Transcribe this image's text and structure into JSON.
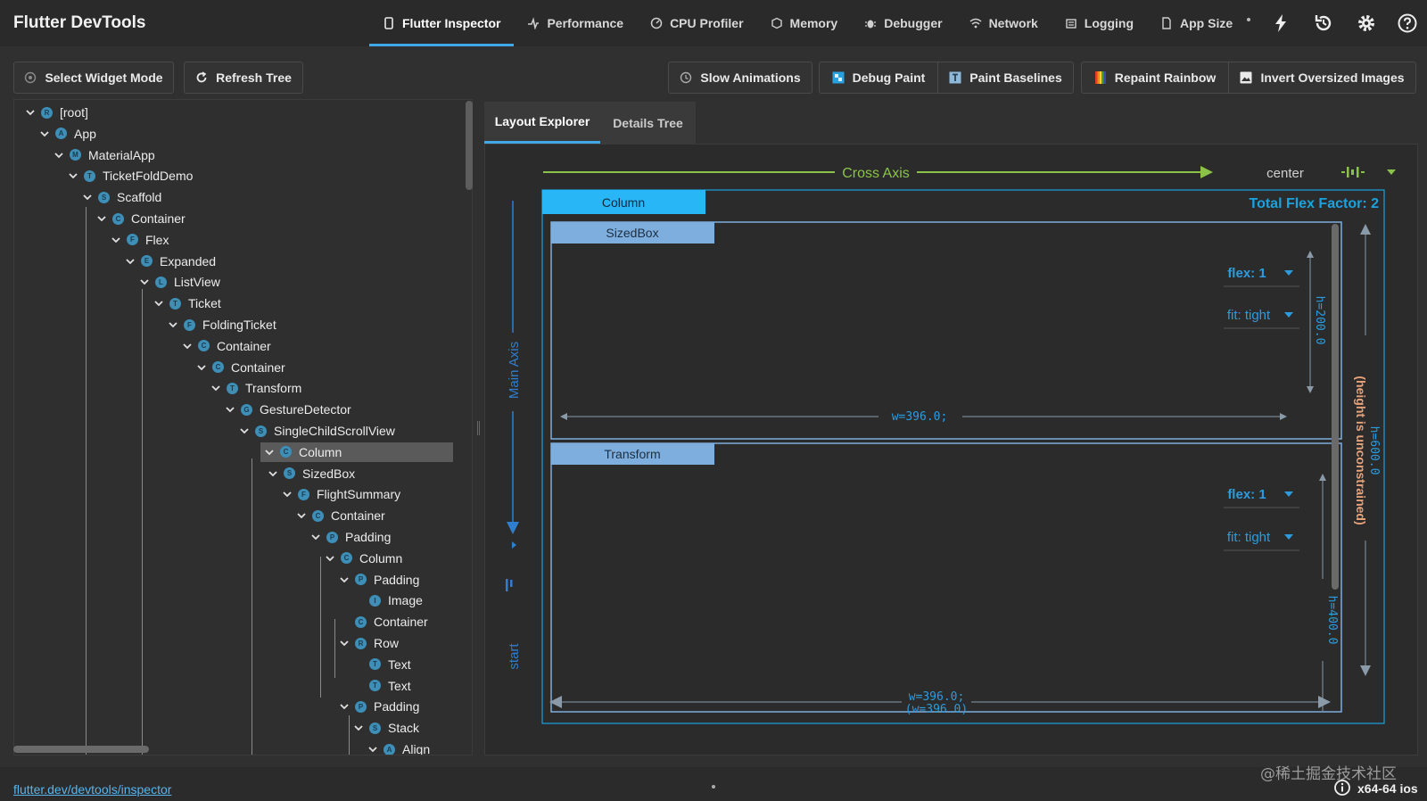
{
  "app": {
    "title": "Flutter DevTools"
  },
  "tabs": [
    {
      "label": "Flutter Inspector",
      "icon": "phone-icon",
      "active": true
    },
    {
      "label": "Performance",
      "icon": "performance-icon",
      "active": false
    },
    {
      "label": "CPU Profiler",
      "icon": "cpu-profiler-icon",
      "active": false
    },
    {
      "label": "Memory",
      "icon": "memory-icon",
      "active": false
    },
    {
      "label": "Debugger",
      "icon": "bug-icon",
      "active": false
    },
    {
      "label": "Network",
      "icon": "wifi-icon",
      "active": false
    },
    {
      "label": "Logging",
      "icon": "logging-icon",
      "active": false
    },
    {
      "label": "App Size",
      "icon": "file-icon",
      "active": false
    }
  ],
  "top_icons": [
    "hot-reload-lightning-icon",
    "hot-restart-icon",
    "settings-gear-icon",
    "help-icon"
  ],
  "toolbar_left": [
    {
      "label": "Select Widget Mode",
      "icon": "select-widget-icon"
    },
    {
      "label": "Refresh Tree",
      "icon": "refresh-icon"
    }
  ],
  "toolbar_right": [
    {
      "label": "Slow Animations",
      "icon": "clock-icon"
    },
    {
      "label": "Debug Paint",
      "icon": "debug-paint-icon"
    },
    {
      "label": "Paint Baselines",
      "icon": "text-baseline-icon"
    },
    {
      "label": "Repaint Rainbow",
      "icon": "rainbow-icon"
    },
    {
      "label": "Invert Oversized Images",
      "icon": "image-icon"
    }
  ],
  "tree": [
    {
      "label": "[root]",
      "badge": "R",
      "depth": 0,
      "expanded": true
    },
    {
      "label": "App",
      "badge": "A",
      "depth": 1,
      "expanded": true
    },
    {
      "label": "MaterialApp",
      "badge": "M",
      "depth": 2,
      "expanded": true
    },
    {
      "label": "TicketFoldDemo",
      "badge": "T",
      "depth": 3,
      "expanded": true
    },
    {
      "label": "Scaffold",
      "badge": "S",
      "depth": 4,
      "expanded": true
    },
    {
      "label": "Container",
      "badge": "C",
      "depth": 5,
      "expanded": true
    },
    {
      "label": "Flex",
      "badge": "F",
      "depth": 6,
      "expanded": true
    },
    {
      "label": "Expanded",
      "badge": "E",
      "depth": 7,
      "expanded": true
    },
    {
      "label": "ListView",
      "badge": "L",
      "depth": 8,
      "expanded": true
    },
    {
      "label": "Ticket",
      "badge": "T",
      "depth": 9,
      "expanded": true
    },
    {
      "label": "FoldingTicket",
      "badge": "F",
      "depth": 10,
      "expanded": true
    },
    {
      "label": "Container",
      "badge": "C",
      "depth": 11,
      "expanded": true
    },
    {
      "label": "Container",
      "badge": "C",
      "depth": 12,
      "expanded": true
    },
    {
      "label": "Transform",
      "badge": "T",
      "depth": 13,
      "expanded": true
    },
    {
      "label": "GestureDetector",
      "badge": "G",
      "depth": 14,
      "expanded": true
    },
    {
      "label": "SingleChildScrollView",
      "badge": "S",
      "depth": 15,
      "expanded": true
    },
    {
      "label": "Column",
      "badge": "C",
      "depth": 16,
      "expanded": true,
      "selected": true
    },
    {
      "label": "SizedBox",
      "badge": "S",
      "depth": 17,
      "expanded": true
    },
    {
      "label": "FlightSummary",
      "badge": "F",
      "depth": 18,
      "expanded": true
    },
    {
      "label": "Container",
      "badge": "C",
      "depth": 19,
      "expanded": true
    },
    {
      "label": "Padding",
      "badge": "P",
      "depth": 20,
      "expanded": true
    },
    {
      "label": "Column",
      "badge": "C",
      "depth": 21,
      "expanded": true
    },
    {
      "label": "Padding",
      "badge": "P",
      "depth": 22,
      "expanded": true
    },
    {
      "label": "Image",
      "badge": "I",
      "depth": 23,
      "expanded": false,
      "leaf": true
    },
    {
      "label": "Container",
      "badge": "C",
      "depth": 22,
      "expanded": false,
      "leaf": true
    },
    {
      "label": "Row",
      "badge": "R",
      "depth": 22,
      "expanded": true
    },
    {
      "label": "Text",
      "badge": "T",
      "depth": 23,
      "expanded": false,
      "leaf": true
    },
    {
      "label": "Text",
      "badge": "T",
      "depth": 23,
      "expanded": false,
      "leaf": true
    },
    {
      "label": "Padding",
      "badge": "P",
      "depth": 22,
      "expanded": true
    },
    {
      "label": "Stack",
      "badge": "S",
      "depth": 23,
      "expanded": true
    },
    {
      "label": "Align",
      "badge": "A",
      "depth": 24,
      "expanded": true
    }
  ],
  "right_tabs": [
    {
      "label": "Layout Explorer",
      "active": true
    },
    {
      "label": "Details Tree",
      "active": false
    }
  ],
  "layout": {
    "cross_axis_label": "Cross Axis",
    "cross_axis_value": "center",
    "main_axis_label": "Main Axis",
    "main_axis_value": "start",
    "parent_label": "Column",
    "total_flex": "Total Flex Factor: 2",
    "height_note": "(height is unconstrained)",
    "parent_height": "h=600.0",
    "parent_width": "w=396.0;",
    "parent_width_constraint": "(w=396.0)",
    "children": [
      {
        "label": "SizedBox",
        "flex": "flex: 1",
        "fit": "fit: tight",
        "height": "h=200.0",
        "width": "w=396.0;"
      },
      {
        "label": "Transform",
        "flex": "flex: 1",
        "fit": "fit: tight",
        "height": "h=400.0"
      }
    ]
  },
  "footer": {
    "link": "flutter.dev/devtools/inspector",
    "device": "x64-64 ios",
    "watermark": "@稀土掘金技术社区"
  },
  "colors": {
    "accent_blue": "#40a8e6",
    "explorer_blue": "#1aa3e0",
    "cross_axis_green": "#8bc34a",
    "main_axis_blue": "#2f7fd0",
    "height_note_orange": "#e8a27a",
    "child_label_bg": "#7eaede",
    "parent_label_bg": "#29b6f6"
  }
}
